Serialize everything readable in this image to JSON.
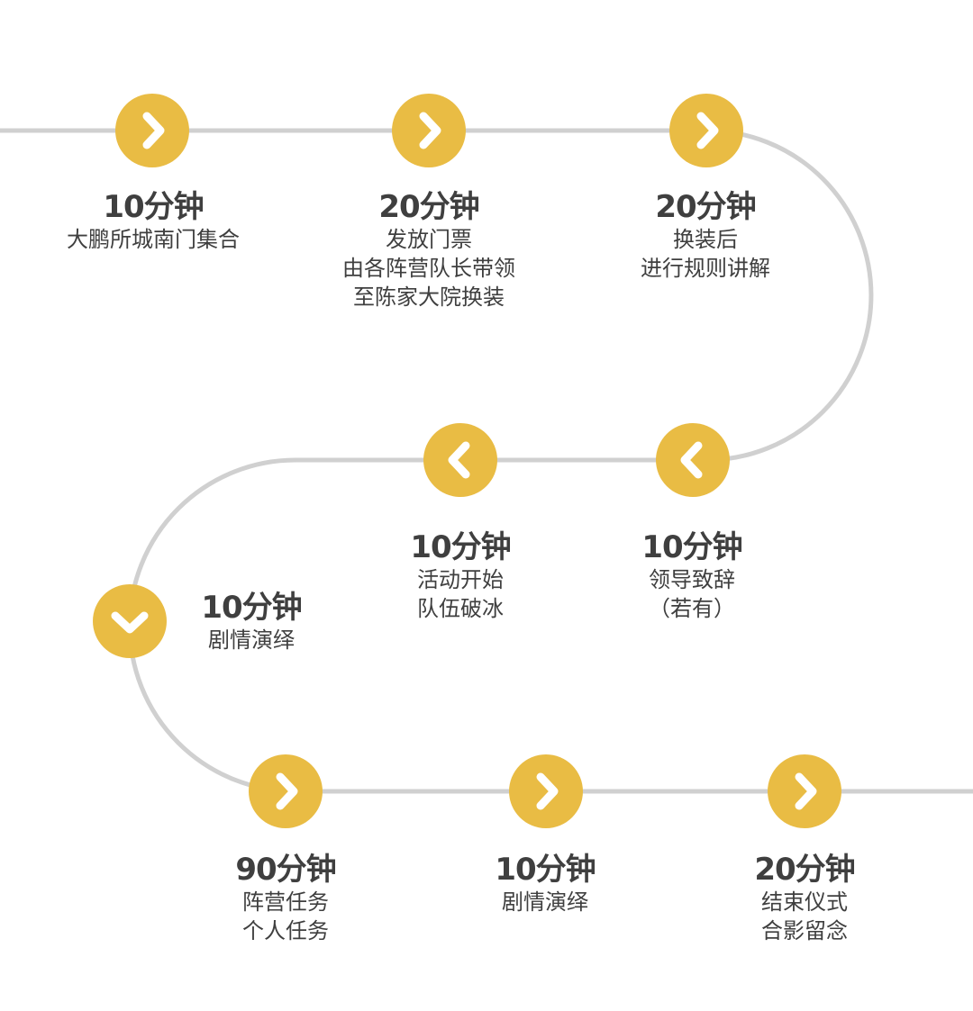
{
  "colors": {
    "node": "#E9BC44",
    "track": "#D0D0D0",
    "text": "#3F3F3F",
    "chevron": "#FFFFFF"
  },
  "steps": [
    {
      "duration": "10分钟",
      "lines": [
        "大鹏所城南门集合"
      ],
      "icon": "chevron-right-icon"
    },
    {
      "duration": "20分钟",
      "lines": [
        "发放门票",
        "由各阵营队长带领",
        "至陈家大院换装"
      ],
      "icon": "chevron-right-icon"
    },
    {
      "duration": "20分钟",
      "lines": [
        "换装后",
        "进行规则讲解"
      ],
      "icon": "chevron-right-icon"
    },
    {
      "duration": "10分钟",
      "lines": [
        "领导致辞",
        "（若有）"
      ],
      "icon": "chevron-left-icon"
    },
    {
      "duration": "10分钟",
      "lines": [
        "活动开始",
        "队伍破冰"
      ],
      "icon": "chevron-left-icon"
    },
    {
      "duration": "10分钟",
      "lines": [
        "剧情演绎"
      ],
      "icon": "chevron-down-icon"
    },
    {
      "duration": "90分钟",
      "lines": [
        "阵营任务",
        "个人任务"
      ],
      "icon": "chevron-right-icon"
    },
    {
      "duration": "10分钟",
      "lines": [
        "剧情演绎"
      ],
      "icon": "chevron-right-icon"
    },
    {
      "duration": "20分钟",
      "lines": [
        "结束仪式",
        "合影留念"
      ],
      "icon": "chevron-right-icon"
    }
  ]
}
